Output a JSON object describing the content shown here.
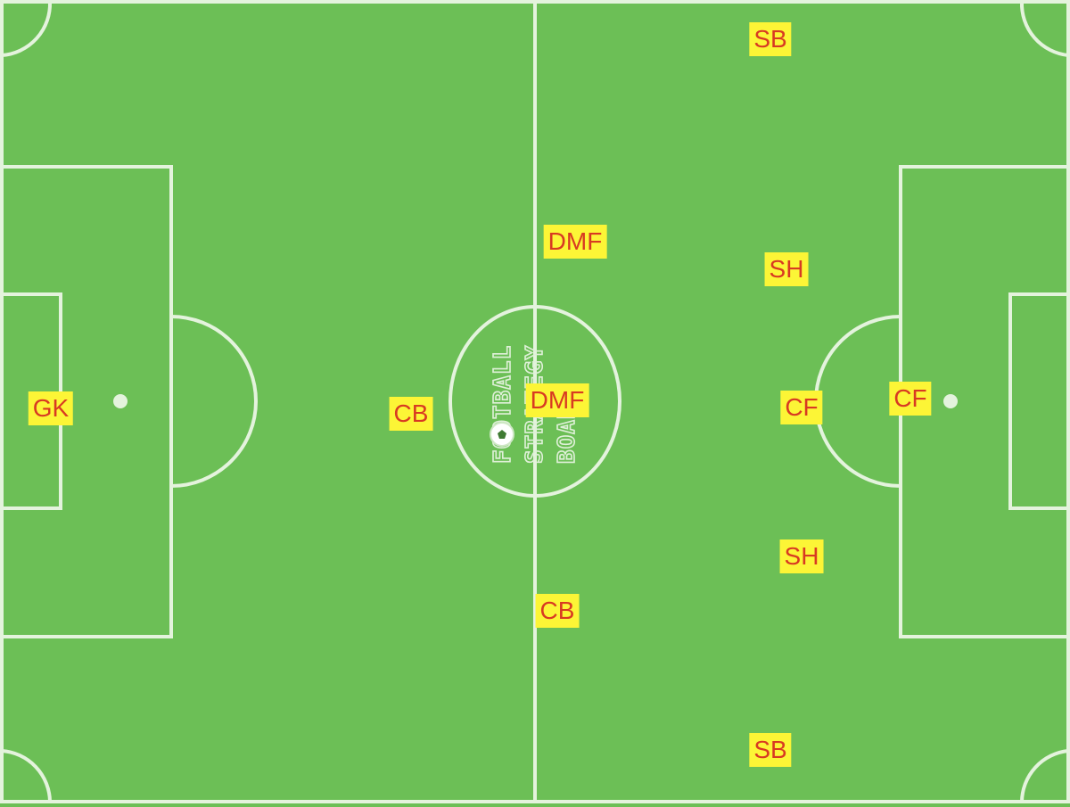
{
  "board": {
    "pitch_color": "#6cbf56",
    "line_color": "#e4f3dd",
    "label_background": "#fcf536",
    "label_text_color": "#d83a22"
  },
  "watermark": {
    "lines": [
      "FOOTBALL",
      "STRATEGY",
      "BOARD"
    ]
  },
  "players": [
    {
      "id": "gk",
      "role": "GK"
    },
    {
      "id": "cb-1",
      "role": "CB"
    },
    {
      "id": "cb-2",
      "role": "CB"
    },
    {
      "id": "dmf-1",
      "role": "DMF"
    },
    {
      "id": "dmf-2",
      "role": "DMF"
    },
    {
      "id": "sb-1",
      "role": "SB"
    },
    {
      "id": "sb-2",
      "role": "SB"
    },
    {
      "id": "sh-1",
      "role": "SH"
    },
    {
      "id": "sh-2",
      "role": "SH"
    },
    {
      "id": "cf-1",
      "role": "CF"
    },
    {
      "id": "cf-2",
      "role": "CF"
    }
  ]
}
